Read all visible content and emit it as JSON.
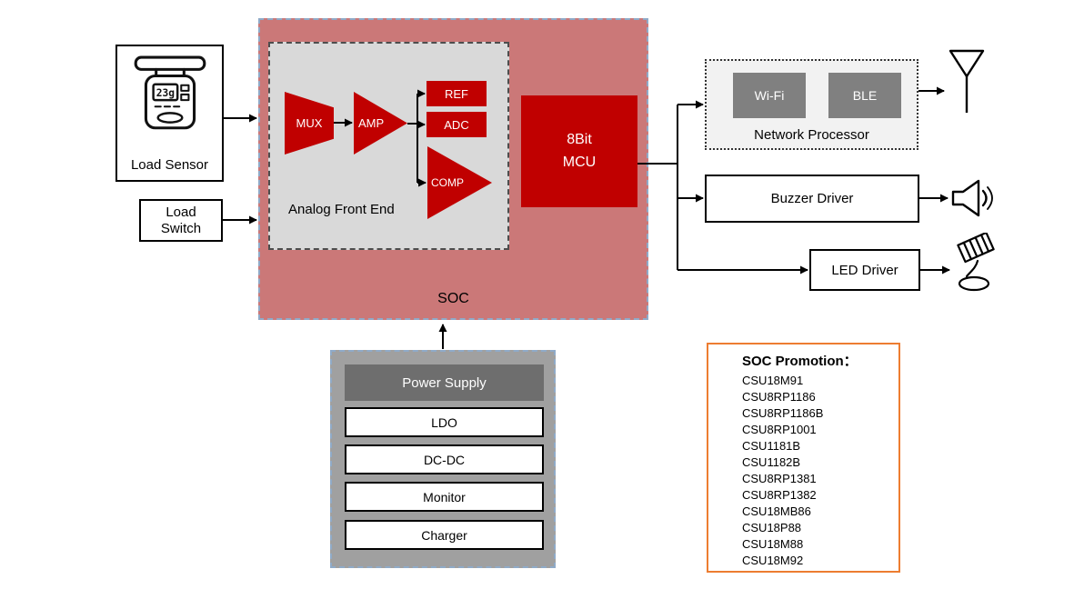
{
  "blocks": {
    "load_sensor": {
      "label": "Load Sensor",
      "display": "23g"
    },
    "load_switch": {
      "label": "Load Switch"
    },
    "soc": {
      "label": "SOC"
    },
    "analog_front_end": {
      "label": "Analog Front End",
      "mux_label": "MUX",
      "amp_label": "AMP",
      "ref_label": "REF",
      "adc_label": "ADC",
      "comp_label": "COMP"
    },
    "mcu": {
      "lines": [
        "8Bit",
        "MCU"
      ]
    },
    "network_processor": {
      "label": "Network Processor",
      "wifi_label": "Wi-Fi",
      "ble_label": "BLE"
    },
    "buzzer_driver": {
      "label": "Buzzer Driver"
    },
    "led_driver": {
      "label": "LED Driver"
    },
    "power_supply": {
      "header": "Power Supply",
      "items": [
        "LDO",
        "DC-DC",
        "Monitor",
        "Charger"
      ]
    },
    "soc_promotion": {
      "title": "SOC Promotion：",
      "parts": [
        "CSU18M91",
        "CSU8RP1186",
        "CSU8RP1186B",
        "CSU8RP1001",
        "CSU1181B",
        "CSU1182B",
        "CSU8RP1381",
        "CSU8RP1382",
        "CSU18MB86",
        "CSU18P88",
        "CSU18M88",
        "CSU18M92"
      ]
    }
  },
  "icons": {
    "load_sensor": "weighing-scale-icon",
    "network": "antenna-icon",
    "buzzer": "horn-speaker-icon",
    "led": "lamp-icon"
  },
  "colors": {
    "accent_red": "#C00000",
    "soc_bg": "#CB7878",
    "afe_bg": "#D9D9D9",
    "chip_gray": "#808080",
    "np_bg": "#F2F2F2",
    "ps_bg": "#A0A0A0",
    "ps_header": "#6E6E6E",
    "promo_orange": "#ED7D31",
    "frame_dash": "#8FAAC8"
  }
}
